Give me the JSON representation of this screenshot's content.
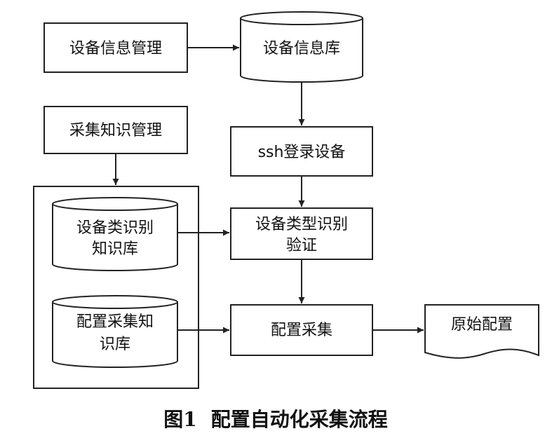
{
  "nodes": {
    "device_info_mgmt": "设备信息管理",
    "device_info_db": "设备信息库",
    "collect_knowledge_mgmt": "采集知识管理",
    "ssh_login": "ssh登录设备",
    "device_class_kb": [
      "设备类识别",
      "知识库"
    ],
    "device_type_verify": [
      "设备类型识别",
      "验证"
    ],
    "config_collect_kb": [
      "配置采集知",
      "识库"
    ],
    "config_collect": "配置采集",
    "raw_config": "原始配置"
  },
  "caption": {
    "number": "图1",
    "title": "配置自动化采集流程"
  },
  "colors": {
    "stroke": "#222222",
    "text": "#111111",
    "background": "#ffffff"
  }
}
